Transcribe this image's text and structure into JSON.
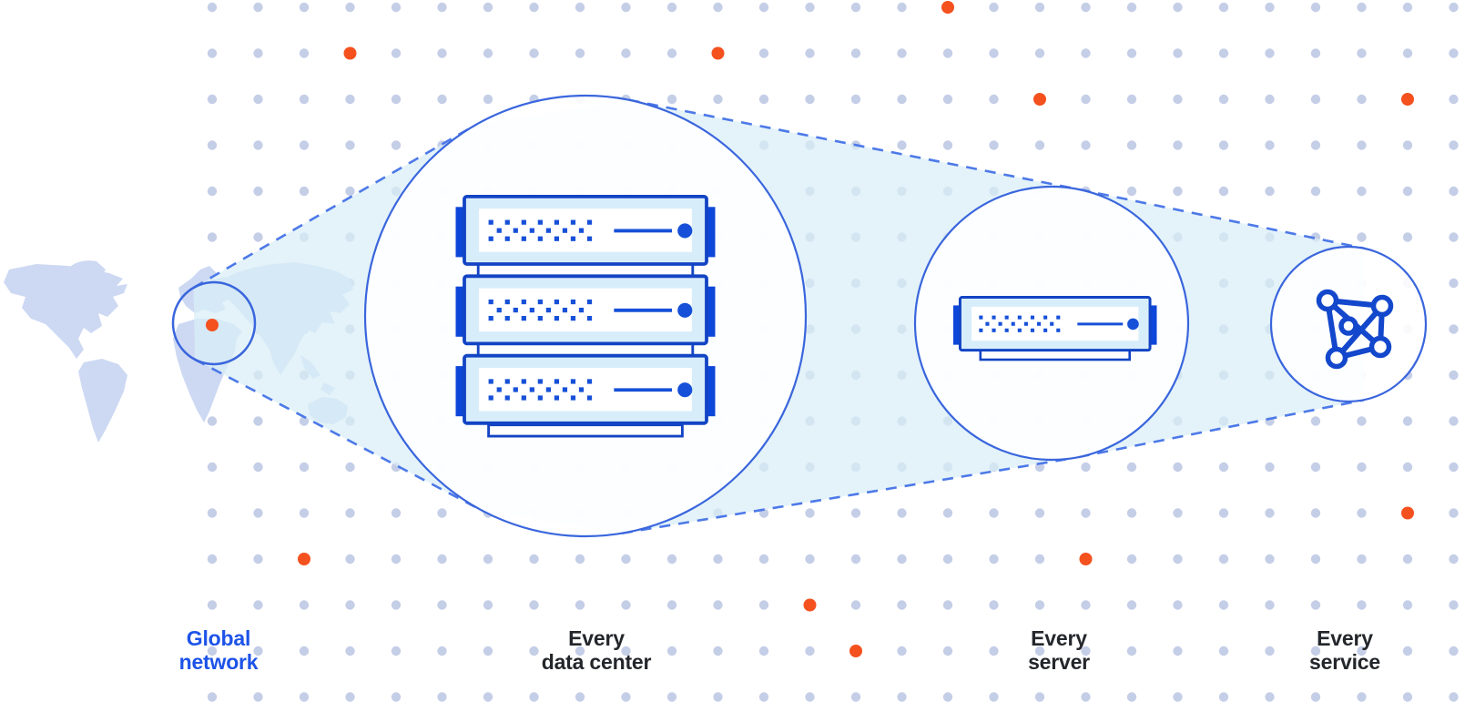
{
  "title": "Global network magnification diagram",
  "labels": {
    "global_network": "Global\nnetwork",
    "every_data_center": "Every\ndata center",
    "every_server": "Every\nserver",
    "every_service": "Every\nservice"
  },
  "icons": [
    "world-map",
    "map-highlight-circle",
    "map-location-marker",
    "magnify-beam",
    "dashed-tangent-lines",
    "data-center-circle",
    "server-rack-icon",
    "server-circle",
    "server-icon",
    "service-circle",
    "network-mesh-icon",
    "dot-grid",
    "orange-accent-dots"
  ],
  "colors": {
    "label_dark": "#23262B",
    "label_blue": "#1D53E8",
    "grid_dot": "#C5CEE7",
    "orange_dot": "#F4511F",
    "circle_stroke": "#3A66DD",
    "dashed_line": "#4D79E8",
    "beam_fill": "#D9EEF6",
    "server_border": "#1244C4",
    "server_accent": "#1650D8",
    "server_body": "#D8EDFA",
    "server_tab": "#0D47D9",
    "map_fill": "#CDD9F3",
    "network_icon": "#1347CC",
    "bg": "#FFFFFF"
  }
}
